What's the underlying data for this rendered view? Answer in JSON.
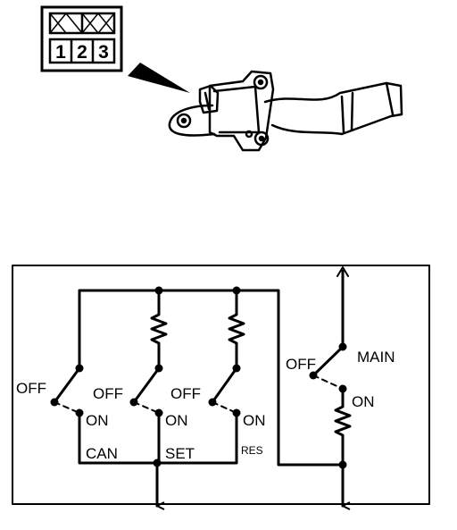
{
  "connector": {
    "pins": [
      "1",
      "2",
      "3"
    ]
  },
  "schematic": {
    "switches": [
      {
        "id": "can",
        "name": "CAN",
        "off_label": "OFF",
        "on_label": "ON"
      },
      {
        "id": "set",
        "name": "SET",
        "off_label": "OFF",
        "on_label": "ON"
      },
      {
        "id": "res",
        "name": "RES",
        "off_label": "OFF",
        "on_label": "ON"
      },
      {
        "id": "main",
        "name": "MAIN",
        "off_label": "OFF",
        "on_label": "ON"
      }
    ]
  }
}
